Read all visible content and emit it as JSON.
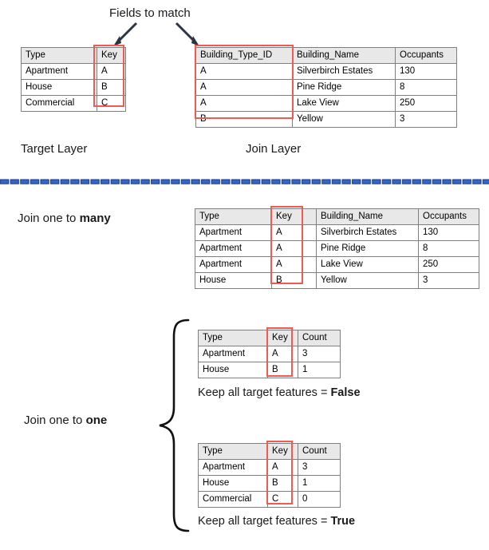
{
  "diagram": {
    "title_annotation": "Fields to match",
    "section_labels": {
      "target_layer": "Target Layer",
      "join_layer": "Join Layer",
      "join_one_to_many": "Join one to ",
      "join_one_to_many_bold": "many",
      "join_one_to_one": "Join one to ",
      "join_one_to_one_bold": "one"
    },
    "captions": {
      "keep_false_text": "Keep all target features = ",
      "keep_false_value": "False",
      "keep_true_text": "Keep all target features = ",
      "keep_true_value": "True"
    },
    "colors": {
      "highlight": "#ed5b52",
      "header_fill": "#e8e8e8",
      "grid_line": "#7f7f7f",
      "divider_blue": "#2a5fc9",
      "arrow": "#2b3445"
    },
    "tables": {
      "target": {
        "headers": [
          "Type",
          "Key"
        ],
        "rows": [
          [
            "Apartment",
            "A"
          ],
          [
            "House",
            "B"
          ],
          [
            "Commercial",
            "C"
          ]
        ]
      },
      "join": {
        "headers": [
          "Building_Type_ID",
          "Building_Name",
          "Occupants"
        ],
        "rows": [
          [
            "A",
            "Silverbirch Estates",
            "130"
          ],
          [
            "A",
            "Pine Ridge",
            "8"
          ],
          [
            "A",
            "Lake View",
            "250"
          ],
          [
            "B",
            "Yellow",
            "3"
          ]
        ]
      },
      "one_to_many": {
        "headers": [
          "Type",
          "Key",
          "Building_Name",
          "Occupants"
        ],
        "rows": [
          [
            "Apartment",
            "A",
            "Silverbirch Estates",
            "130"
          ],
          [
            "Apartment",
            "A",
            "Pine Ridge",
            "8"
          ],
          [
            "Apartment",
            "A",
            "Lake View",
            "250"
          ],
          [
            "House",
            "B",
            "Yellow",
            "3"
          ]
        ]
      },
      "one_to_one_false": {
        "headers": [
          "Type",
          "Key",
          "Count"
        ],
        "rows": [
          [
            "Apartment",
            "A",
            "3"
          ],
          [
            "House",
            "B",
            "1"
          ]
        ]
      },
      "one_to_one_true": {
        "headers": [
          "Type",
          "Key",
          "Count"
        ],
        "rows": [
          [
            "Apartment",
            "A",
            "3"
          ],
          [
            "House",
            "B",
            "1"
          ],
          [
            "Commercial",
            "C",
            "0"
          ]
        ]
      }
    }
  }
}
